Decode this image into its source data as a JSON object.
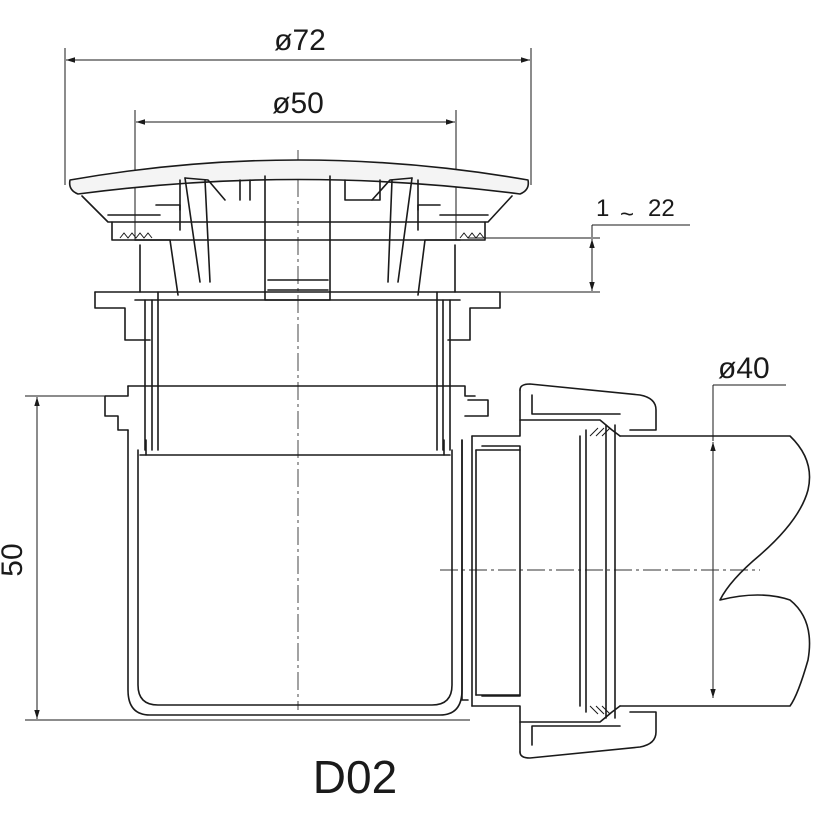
{
  "dimensions": {
    "outer_diameter": "ø72",
    "inner_diameter": "ø50",
    "adjust_range_low": "1",
    "adjust_range_symbol": "~",
    "adjust_range_high": "22",
    "outlet_diameter": "ø40",
    "height": "50"
  },
  "model_label": "D02"
}
